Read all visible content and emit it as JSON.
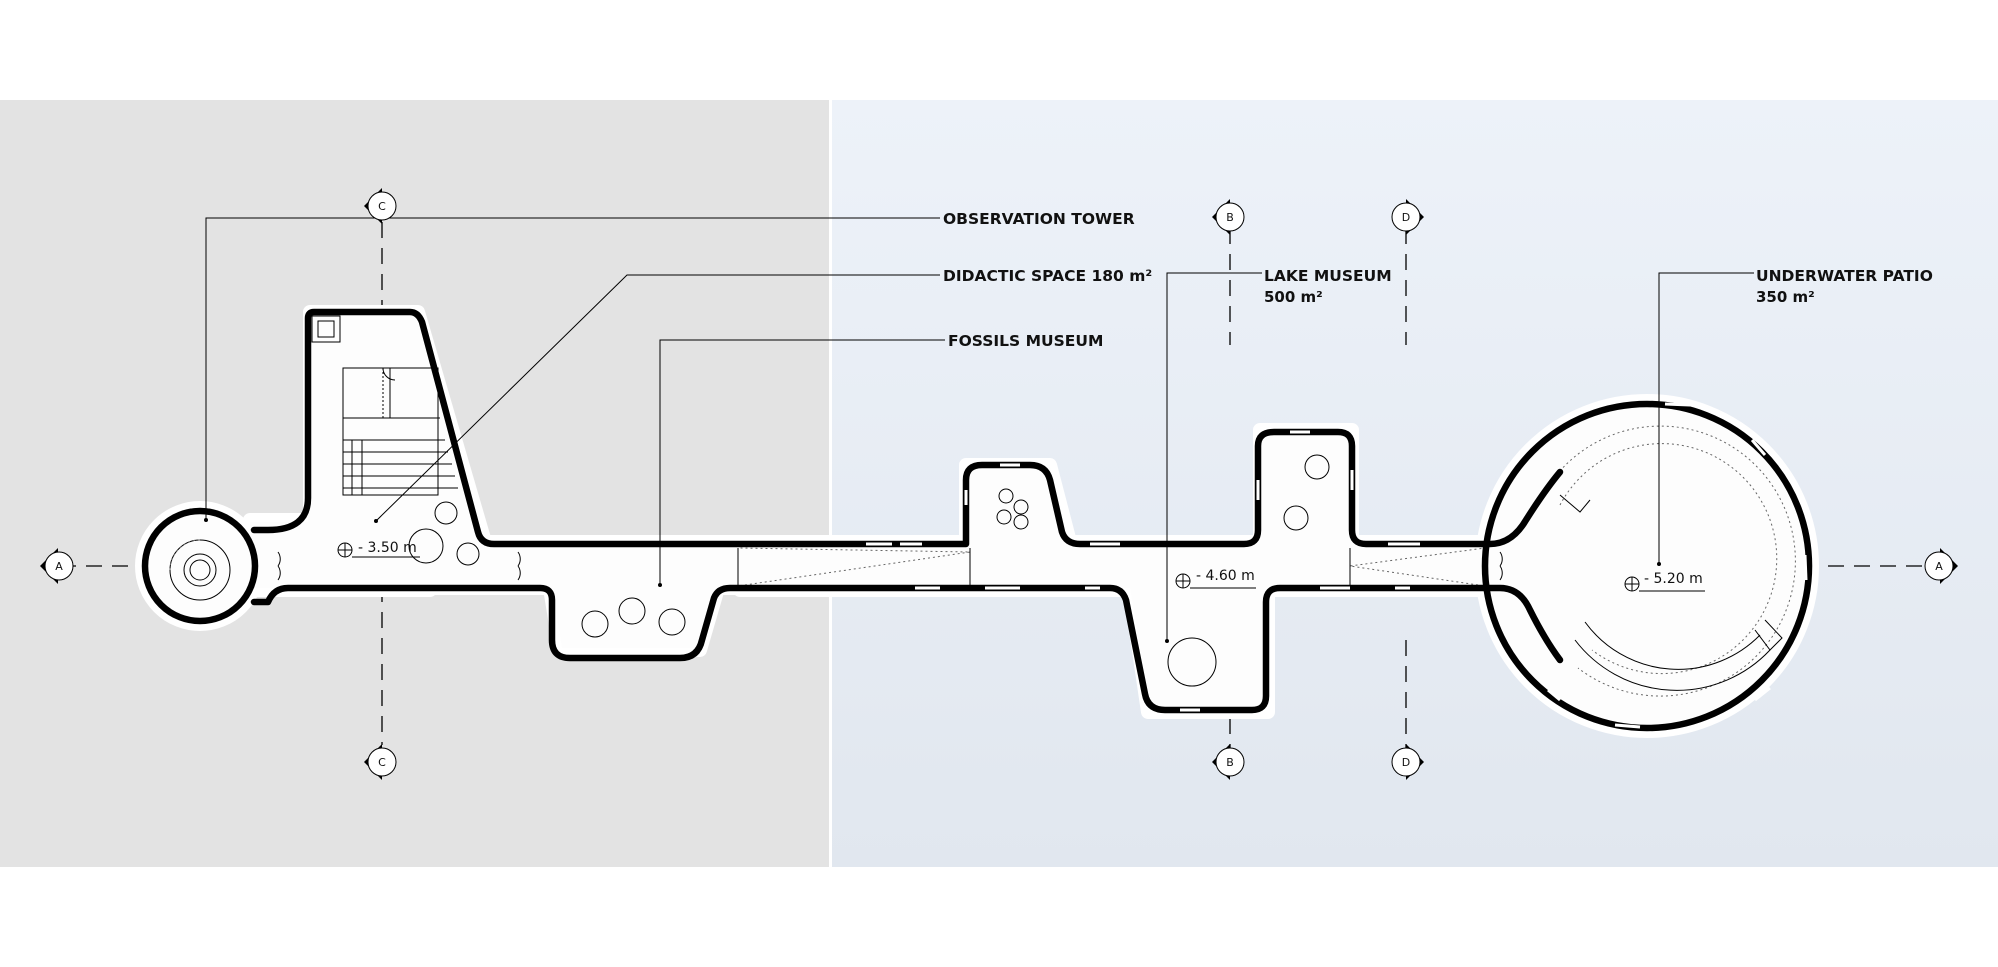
{
  "labels": {
    "observation_tower": "OBSERVATION TOWER",
    "didactic_space": "DIDACTIC SPACE 180 m²",
    "fossils_museum": "FOSSILS MUSEUM",
    "lake_museum": "LAKE MUSEUM",
    "lake_museum_area": "500 m²",
    "underwater_patio": "UNDERWATER PATIO",
    "underwater_patio_area": "350 m²"
  },
  "levels": {
    "didactic": "- 3.50 m",
    "lake": "- 4.60 m",
    "patio": "- 5.20 m"
  },
  "section_markers": {
    "a": "A",
    "b": "B",
    "c": "C",
    "d": "D"
  },
  "colors": {
    "left_background": "#e3e3e3",
    "right_background": "#e6edf7",
    "wall": "#000000",
    "floor": "#fdfdfd"
  }
}
